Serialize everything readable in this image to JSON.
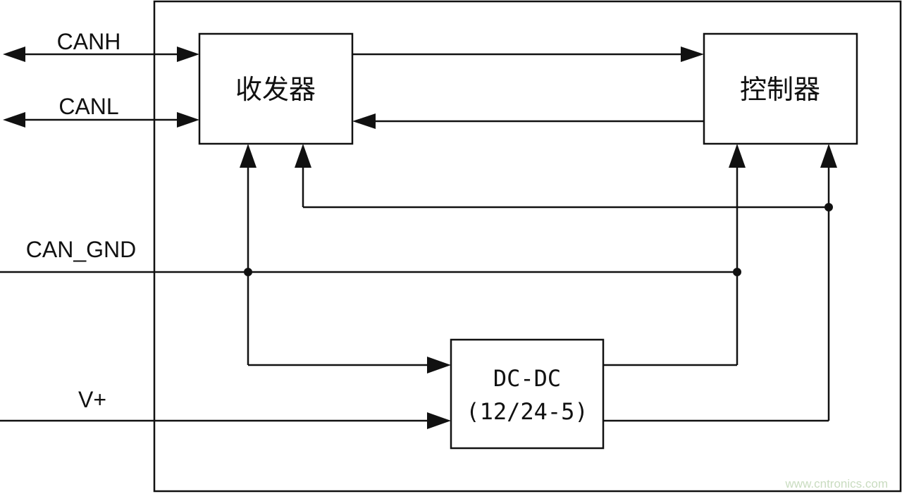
{
  "signals": {
    "canh": "CANH",
    "canl": "CANL",
    "can_gnd": "CAN_GND",
    "v_plus": "V+"
  },
  "blocks": {
    "transceiver": "收发器",
    "controller": "控制器",
    "dcdc_title": "DC-DC",
    "dcdc_sub": "(12/24-5)"
  },
  "watermark": "www.cntronics.com"
}
